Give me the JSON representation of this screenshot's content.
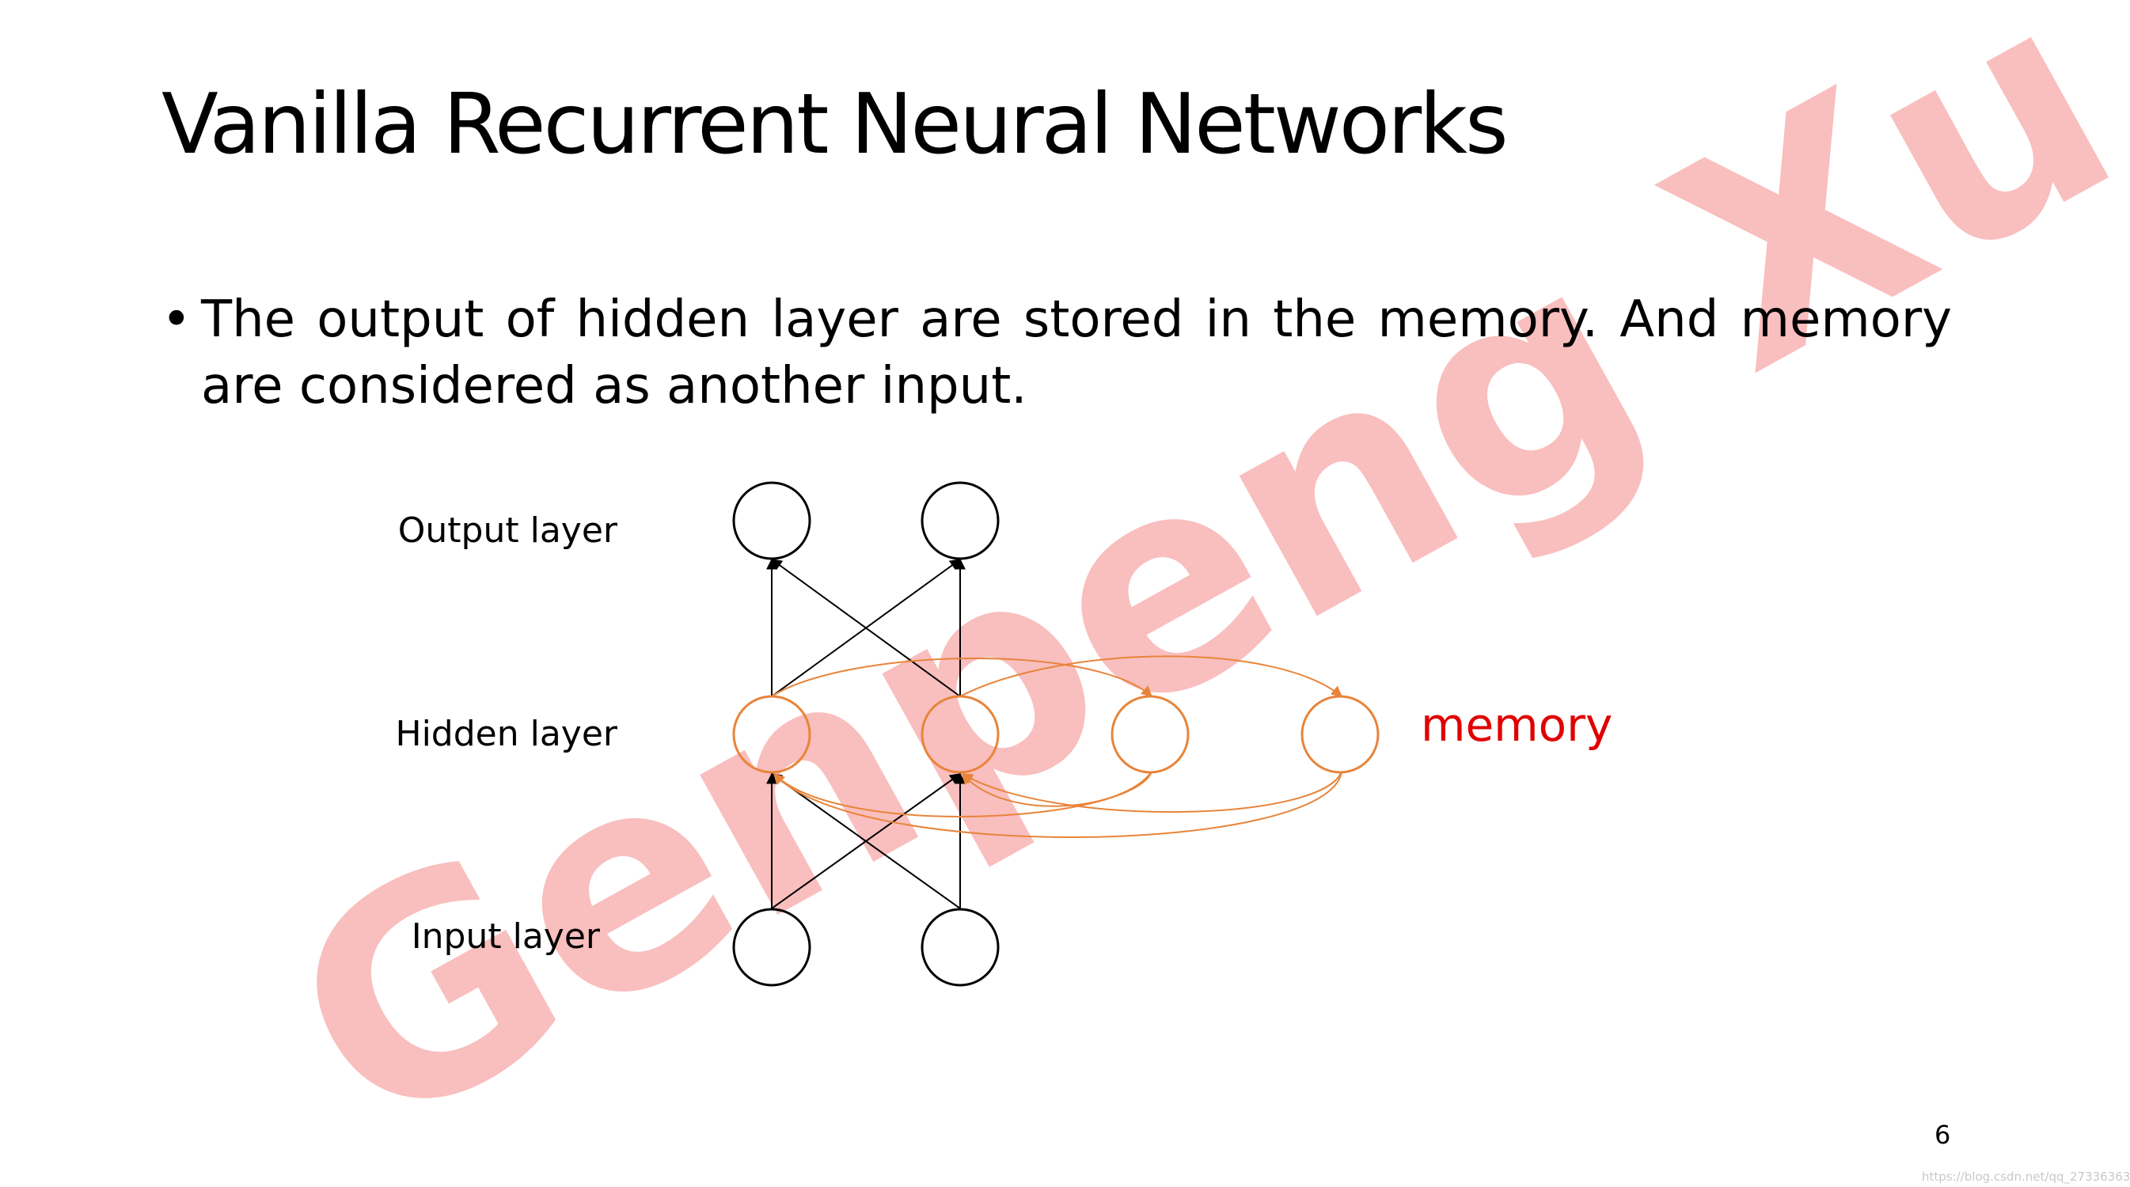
{
  "slide": {
    "title": "Vanilla Recurrent Neural Networks",
    "bullet_marker": "•",
    "bullet_text": "The output of hidden layer are stored in the memory. And memory are considered as another input.",
    "page_number": "6",
    "source_note": "https://blog.csdn.net/qq_27336363"
  },
  "diagram": {
    "labels": {
      "output_layer": "Output layer",
      "hidden_layer": "Hidden layer",
      "input_layer": "Input layer",
      "memory": "memory"
    },
    "colors": {
      "node_stroke": "#000000",
      "recurrent_stroke": "#e8843a",
      "memory_text": "#e00000"
    }
  },
  "watermark": {
    "text": "Genpeng Xu",
    "color": "#f7a8a8"
  }
}
